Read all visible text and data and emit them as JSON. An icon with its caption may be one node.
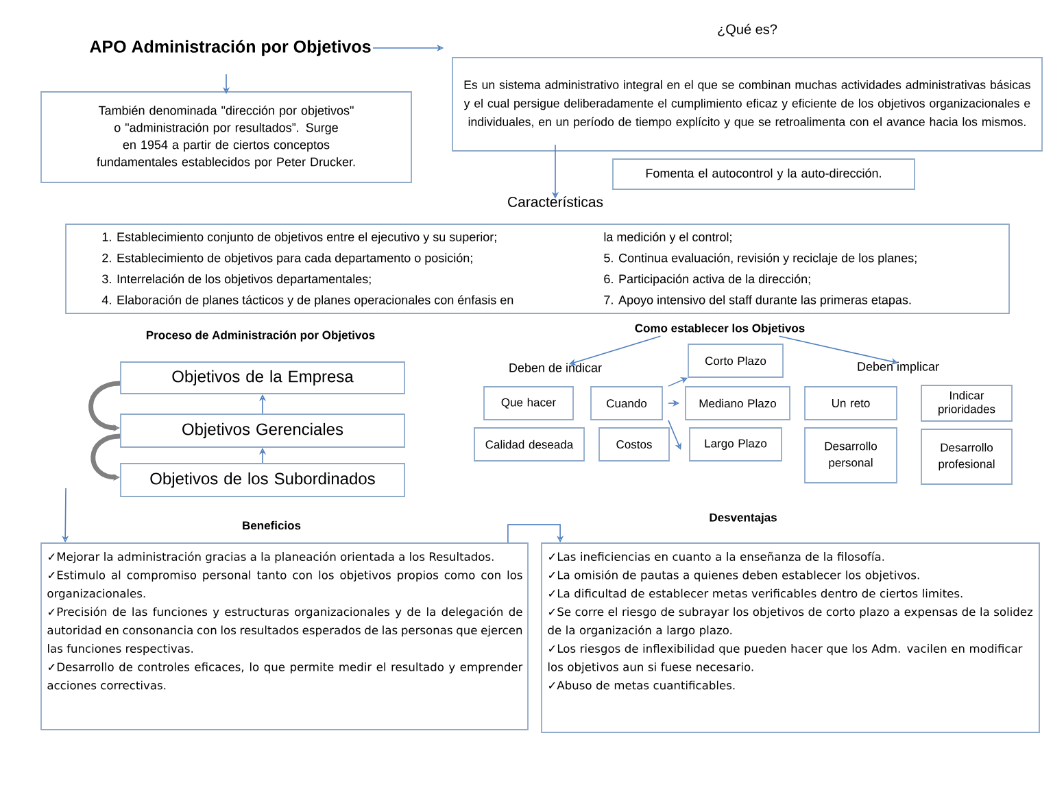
{
  "diagram": {
    "nodes": [
      {
        "text": [
          "APO Administración por Objetivos"
        ]
      },
      {
        "text": [
          "También denominada \"dirección por objetivos\" o \"administración por resultados”. Surge en 1954 a partir de ciertos conceptos fundamentales establecidos por Peter Drucker."
        ]
      },
      {
        "text": [
          "¿Qué es?",
          "Es un sistema administrativo integral en el que se combinan muchas actividades administrativas básicas y el cual persigue deliberadamente el cumplimiento eficaz y eficiente de los objetivos organizacionales e individuales, en un período de tiempo explícito y que se retroalimenta con el avance hacia los mismos."
        ]
      },
      {
        "text": [
          "Fomenta el autocontrol y la auto-dirección."
        ]
      },
      {
        "text": [
          "Características",
          "1. Establecimiento conjunto de objetivos entre el ejecutivo y su superior;",
          "2. Establecimiento de objetivos para cada departamento o posición;",
          "3. Interrelación de los objetivos departamentales;",
          "4. Elaboración de planes tácticos y de planes operacionales con énfasis en",
          "la medición y el control;",
          "5. Continua evaluación, revisión y reciclaje de los planes;",
          "6. Participación activa de la dirección;",
          "7. Apoyo intensivo del staff durante las primeras etapas."
        ]
      },
      {
        "text": [
          "Objetivos de la Empresa"
        ]
      },
      {
        "text": [
          "Objetivos Gerenciales"
        ]
      },
      {
        "text": [
          "Objetivos de los Subordinados"
        ]
      },
      {
        "text": [
          "Como establecer los Objetivos"
        ]
      },
      {
        "text": [
          "Deben de indicar"
        ]
      },
      {
        "text": [
          "Deben implicar"
        ]
      },
      {
        "text": [
          "Corto Plazo"
        ]
      },
      {
        "text": [
          "Que hacer"
        ]
      },
      {
        "text": [
          "Cuando"
        ]
      },
      {
        "text": [
          "Mediano Plazo"
        ]
      },
      {
        "text": [
          "Un reto"
        ]
      },
      {
        "text": [
          "Indicar prioridades"
        ]
      },
      {
        "text": [
          "Calidad deseada"
        ]
      },
      {
        "text": [
          "Costos"
        ]
      },
      {
        "text": [
          "Largo Plazo"
        ]
      },
      {
        "text": [
          "Desarrollo personal"
        ]
      },
      {
        "text": [
          "Desarrollo profesional"
        ]
      },
      {
        "text": [
          "Beneficios",
          "✓Mejorar la administración gracias a la planeación orientada a los Resultados.",
          "✓Estimulo al compromiso personal tanto con los objetivos propios como con los organizacionales.",
          "✓Precisión de las funciones y estructuras organizacionales y de la delegación de autoridad en consonancia con los resultados esperados de las personas que ejercen las funciones respectivas.",
          "✓Desarrollo de controles eficaces, lo que permite medir el resultado y emprender acciones correctivas."
        ]
      },
      {
        "text": [
          "Desventajas",
          "✓Las ineficiencias en cuanto a la enseñanza de la filosofía.",
          "✓La omisión de pautas a quienes deben establecer los objetivos.",
          "✓La dificultad de establecer metas verificables dentro de ciertos limites.",
          "✓Se corre el riesgo de subrayar los objetivos de corto plazo a expensas de la solidez de la organización a largo plazo.",
          "✓Los riesgos de inflexibilidad que pueden hacer que los Adm. vacilen en modificar los objetivos aun si fuese necesario.",
          "✓Abuso de metas cuantificables."
        ]
      }
    ],
    "edges": [
      {
        "from": 0,
        "to": 1,
        "arrow": "to"
      },
      {
        "from": 0,
        "to": 2,
        "arrow": "to"
      },
      {
        "from": 2,
        "to": 4,
        "arrow": "to"
      },
      {
        "from": 6,
        "to": 5,
        "arrow": "to"
      },
      {
        "from": 7,
        "to": 6,
        "arrow": "to"
      },
      {
        "from": 5,
        "to": 6,
        "arrow": "to",
        "style": "thick",
        "color": "#808080"
      },
      {
        "from": 6,
        "to": 7,
        "arrow": "to",
        "style": "thick",
        "color": "#808080"
      },
      {
        "from": 8,
        "to": 9,
        "arrow": "to"
      },
      {
        "from": 8,
        "to": 10,
        "arrow": "to"
      },
      {
        "from": 13,
        "to": 11,
        "arrow": "to"
      },
      {
        "from": 13,
        "to": 14,
        "arrow": "to"
      },
      {
        "from": 13,
        "to": 19,
        "arrow": "to"
      },
      {
        "from": null,
        "to": 22,
        "arrow": "to"
      },
      {
        "from": 22,
        "to": 23,
        "arrow": "to"
      }
    ],
    "labels": [
      "Proceso de Administración por Objetivos"
    ]
  }
}
